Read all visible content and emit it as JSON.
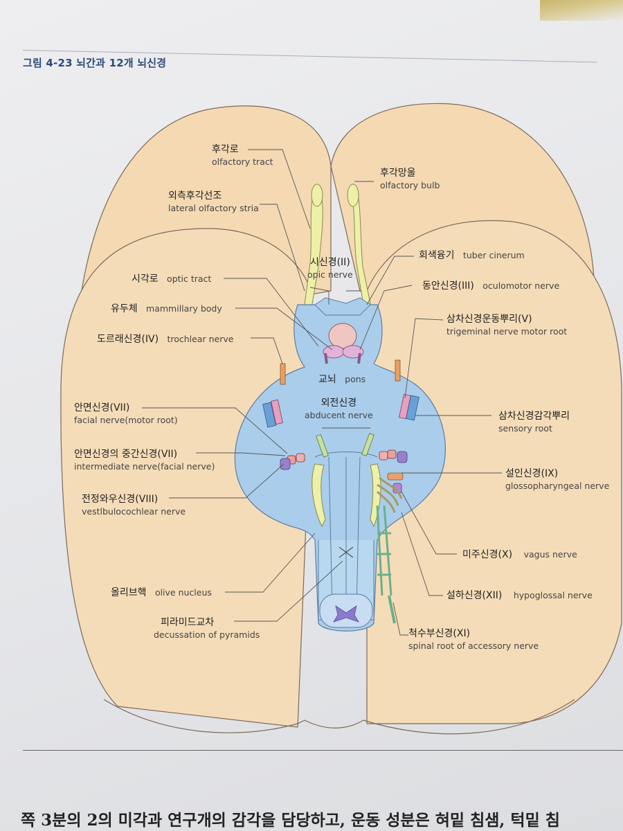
{
  "figure_title": "그림 4-23 뇌간과 12개 뇌신경",
  "labels": {
    "olfactory_tract": {
      "ko": "후각로",
      "en": "olfactory tract"
    },
    "olfactory_bulb": {
      "ko": "후각망울",
      "en": "olfactory bulb"
    },
    "lateral_olfactory_stria": {
      "ko": "외측후각선조",
      "en": "lateral olfactory stria"
    },
    "optic_nerve": {
      "ko": "시신경(II)",
      "en": "opic nerve"
    },
    "tuber_cinerum": {
      "ko": "회색융기",
      "en": "tuber cinerum"
    },
    "optic_tract": {
      "ko": "시각로",
      "en": "optic tract"
    },
    "oculomotor": {
      "ko": "동안신경(III)",
      "en": "oculomotor nerve"
    },
    "mammillary": {
      "ko": "유두체",
      "en": "mammillary body"
    },
    "trigeminal_motor": {
      "ko": "삼차신경운동뿌리(V)",
      "en": "trigeminal nerve motor root"
    },
    "trochlear": {
      "ko": "도르래신경(IV)",
      "en": "trochlear nerve"
    },
    "pons": {
      "ko": "교뇌",
      "en": "pons"
    },
    "facial": {
      "ko": "안면신경(VII)",
      "en": "facial nerve(motor root)"
    },
    "abducent": {
      "ko": "외전신경",
      "en": "abducent nerve"
    },
    "trigeminal_sensory": {
      "ko": "삼차신경감각뿌리",
      "en": "sensory root"
    },
    "intermediate": {
      "ko": "안면신경의 중간신경(VII)",
      "en": "intermediate nerve(facial nerve)"
    },
    "glossopharyngeal": {
      "ko": "설인신경(IX)",
      "en": "glossopharyngeal nerve"
    },
    "vestibulocochlear": {
      "ko": "전정와우신경(VIII)",
      "en": "vestlbulocochlear nerve"
    },
    "vagus": {
      "ko": "미주신경(X)",
      "en": "vagus nerve"
    },
    "olive": {
      "ko": "올리브핵",
      "en": "olive nucleus"
    },
    "hypoglossal": {
      "ko": "설하신경(XII)",
      "en": "hypoglossal nerve"
    },
    "decussation": {
      "ko": "피라미드교차",
      "en": "decussation of pyramids"
    },
    "accessory": {
      "ko": "척수부신경(XI)",
      "en": "spinal root of accessory nerve"
    }
  },
  "body_text": "쪽 3분의 2의 미각과 연구개의 감각을 담당하고, 운동 성분은 혀밑 침샘, 턱밑 침",
  "colors": {
    "brain": "#f4d9b3",
    "brainstem": "#a9cdea",
    "nerve_yellow": "#eef0a8",
    "nerve_pink": "#e2b3d6",
    "title": "#2d4a7a"
  }
}
